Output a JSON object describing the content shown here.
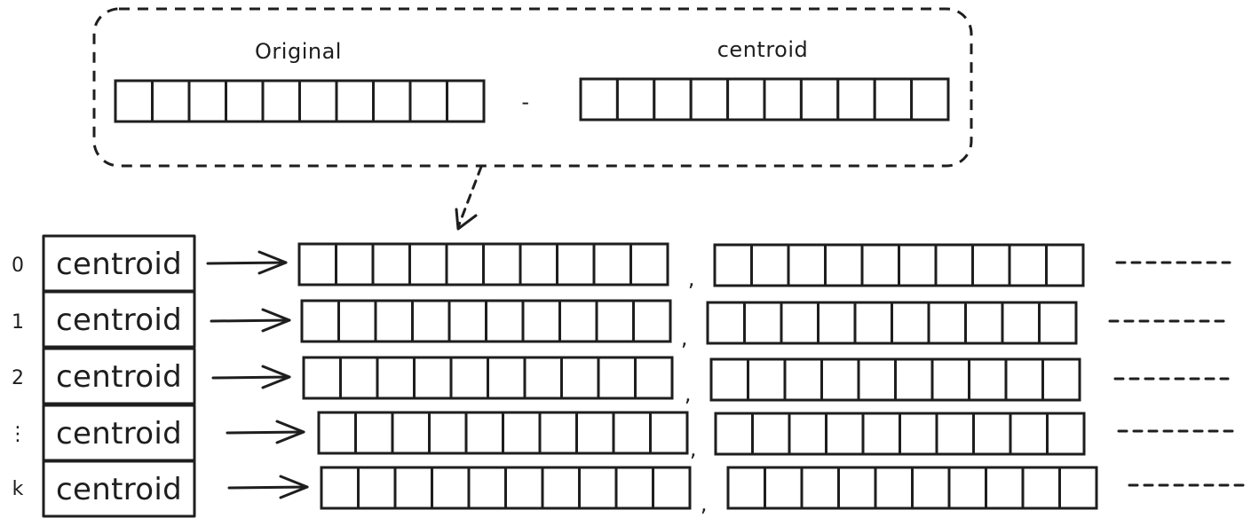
{
  "top": {
    "left_label": "Original",
    "right_label": "centroid",
    "operator": "-"
  },
  "cells_per_vector": 10,
  "rows": [
    {
      "index": "0",
      "box_label": "centroid"
    },
    {
      "index": "1",
      "box_label": "centroid"
    },
    {
      "index": "2",
      "box_label": "centroid"
    },
    {
      "index": "⋮",
      "box_label": "centroid"
    },
    {
      "index": "k",
      "box_label": "centroid"
    }
  ],
  "separator": ",",
  "continuation": "- - - - - -"
}
